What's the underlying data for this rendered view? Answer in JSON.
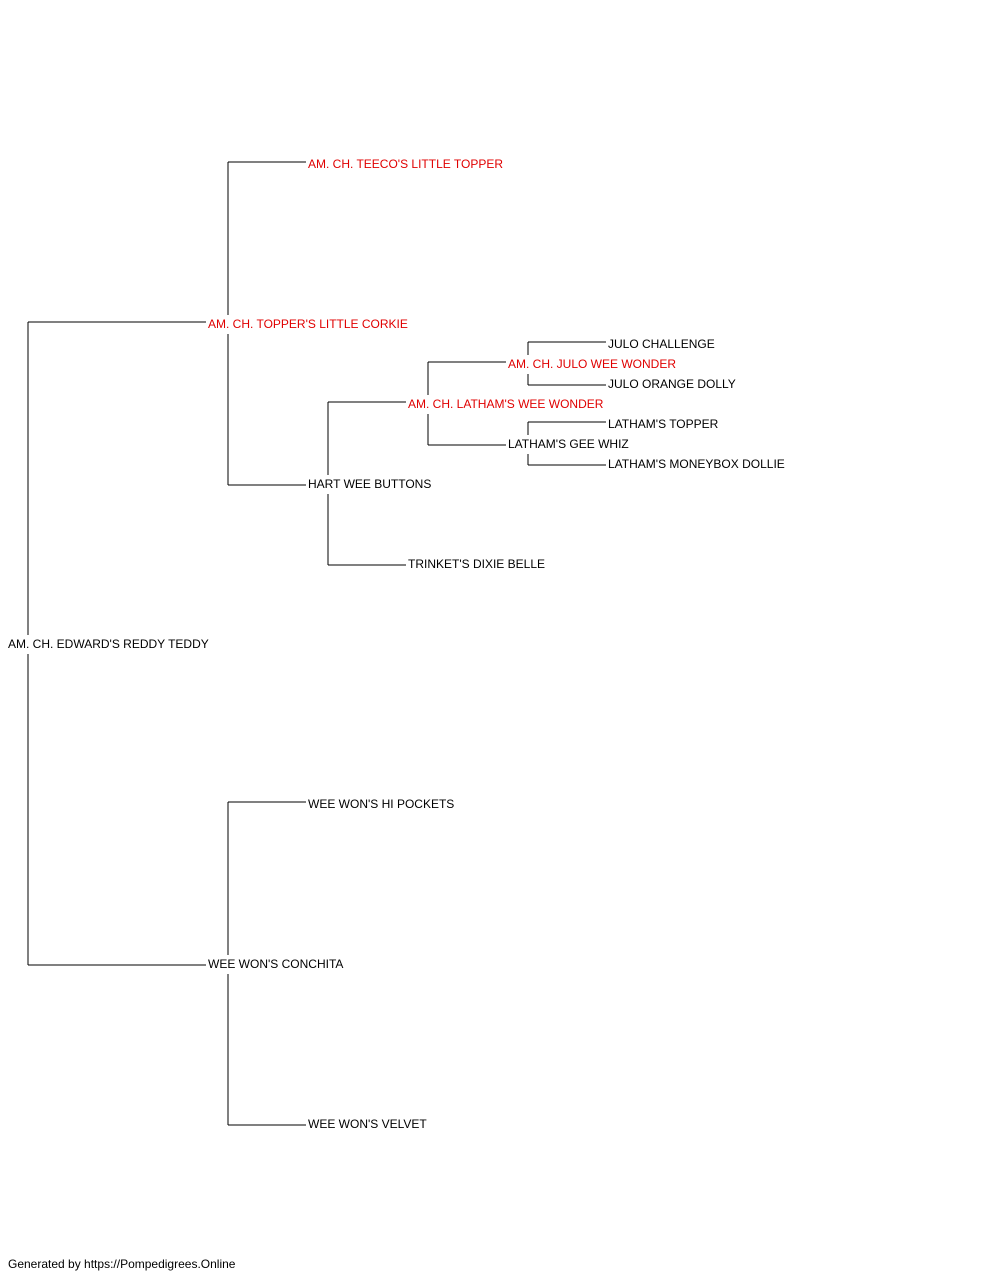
{
  "colors": {
    "champion": "#e00000",
    "normal": "#000000",
    "line": "#000000"
  },
  "pedigree": {
    "subject": {
      "name": "AM. CH. EDWARD'S REDDY TEDDY",
      "champion": false
    },
    "sire": {
      "name": "AM. CH. TOPPER'S LITTLE CORKIE",
      "champion": true
    },
    "dam": {
      "name": "WEE WON'S CONCHITA",
      "champion": false
    },
    "sire_sire": {
      "name": "AM. CH. TEECO'S LITTLE TOPPER",
      "champion": true
    },
    "sire_dam": {
      "name": "HART WEE BUTTONS",
      "champion": false
    },
    "dam_sire": {
      "name": "WEE WON'S HI POCKETS",
      "champion": false
    },
    "dam_dam": {
      "name": "WEE WON'S VELVET",
      "champion": false
    },
    "sire_dam_sire": {
      "name": "AM. CH. LATHAM'S WEE WONDER",
      "champion": true
    },
    "sire_dam_dam": {
      "name": "TRINKET'S DIXIE BELLE",
      "champion": false
    },
    "sire_dam_sire_sire": {
      "name": "AM. CH. JULO WEE WONDER",
      "champion": true
    },
    "sire_dam_sire_dam": {
      "name": "LATHAM'S GEE WHIZ",
      "champion": false
    },
    "sire_dam_sire_sire_sire": {
      "name": "JULO CHALLENGE",
      "champion": false
    },
    "sire_dam_sire_sire_dam": {
      "name": "JULO ORANGE DOLLY",
      "champion": false
    },
    "sire_dam_sire_dam_sire": {
      "name": "LATHAM'S TOPPER",
      "champion": false
    },
    "sire_dam_sire_dam_dam": {
      "name": "LATHAM'S MONEYBOX DOLLIE",
      "champion": false
    }
  },
  "footer": "Generated by https://Pompedigrees.Online"
}
